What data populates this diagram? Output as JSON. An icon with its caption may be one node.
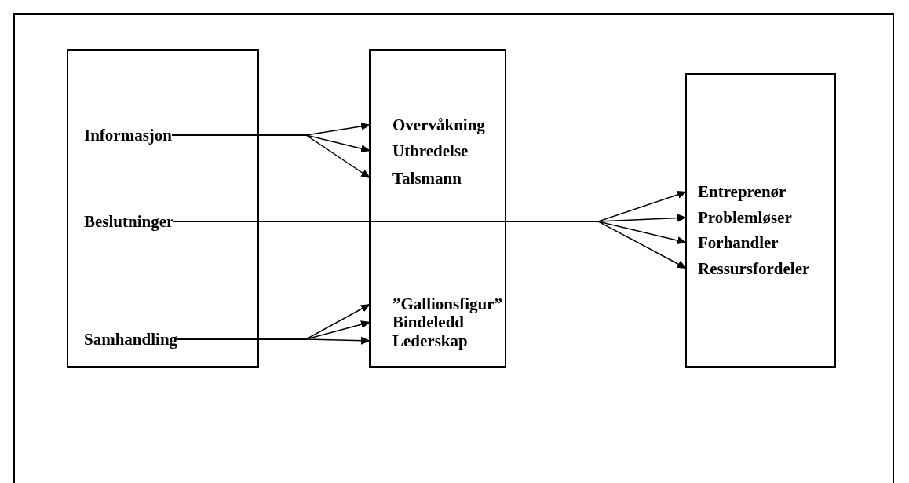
{
  "diagram": {
    "nodes": [
      {
        "text": [],
        "shape": "box"
      },
      {
        "text": [
          "Informasjon"
        ],
        "in": 0
      },
      {
        "text": [
          "Beslutninger"
        ],
        "in": 0
      },
      {
        "text": [
          "Samhandling"
        ],
        "in": 0
      },
      {
        "text": [],
        "shape": "box"
      },
      {
        "text": [
          "Overvåkning"
        ],
        "in": 4
      },
      {
        "text": [
          "Utbredelse"
        ],
        "in": 4
      },
      {
        "text": [
          "Talsmann"
        ],
        "in": 4
      },
      {
        "text": [
          "”Gallionsfigur”"
        ],
        "in": 4
      },
      {
        "text": [
          "Bindeledd"
        ],
        "in": 4
      },
      {
        "text": [
          "Lederskap"
        ],
        "in": 4
      },
      {
        "text": [],
        "shape": "box"
      },
      {
        "text": [
          "Entreprenør"
        ],
        "in": 11
      },
      {
        "text": [
          "Problemløser"
        ],
        "in": 11
      },
      {
        "text": [
          "Forhandler"
        ],
        "in": 11
      },
      {
        "text": [
          "Ressursfordeler"
        ],
        "in": 11
      }
    ],
    "edges": [
      {
        "from": 1,
        "to": 5,
        "arrow": "to"
      },
      {
        "from": 1,
        "to": 6,
        "arrow": "to"
      },
      {
        "from": 1,
        "to": 7,
        "arrow": "to"
      },
      {
        "from": 2,
        "to": 12,
        "arrow": "to"
      },
      {
        "from": 2,
        "to": 13,
        "arrow": "to"
      },
      {
        "from": 2,
        "to": 14,
        "arrow": "to"
      },
      {
        "from": 2,
        "to": 15,
        "arrow": "to"
      },
      {
        "from": 3,
        "to": 8,
        "arrow": "to"
      },
      {
        "from": 3,
        "to": 9,
        "arrow": "to"
      },
      {
        "from": 3,
        "to": 10,
        "arrow": "to"
      }
    ]
  }
}
